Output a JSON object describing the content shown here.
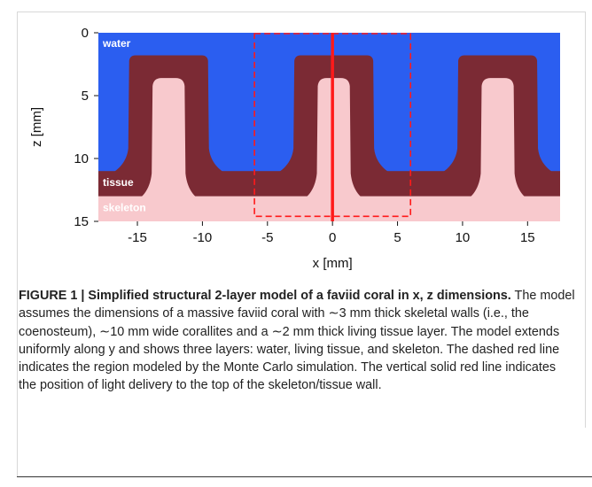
{
  "figure": {
    "x_label": "x [mm]",
    "z_label": "z [mm]",
    "layer_labels": {
      "water": "water",
      "tissue": "tissue",
      "skeleton": "skeleton"
    },
    "colors": {
      "water": "#2b5ef0",
      "tissue": "#7b2a34",
      "skeleton": "#f8c9cd",
      "red_line": "#ff1a1a"
    }
  },
  "chart_data": {
    "type": "heatmap",
    "x_ticks": [
      "-15",
      "-10",
      "-5",
      "0",
      "5",
      "10",
      "15"
    ],
    "z_ticks": [
      "0",
      "5",
      "10",
      "15"
    ],
    "xlim": [
      -18,
      17.5
    ],
    "zlim": [
      0,
      15
    ],
    "z_inverted": true,
    "layers": [
      "water",
      "tissue",
      "skeleton"
    ],
    "tissue_top_z": 1.8,
    "skeleton_top_z": 3.6,
    "base_tissue_top_z": 11.0,
    "base_skeleton_top_z": 13.0,
    "wall_centers_x": [
      -12.6,
      0.1,
      12.7
    ],
    "simulated_region": {
      "x": [
        -6.0,
        6.0
      ],
      "z": [
        0,
        14.6
      ]
    },
    "light_delivery_x": 0
  },
  "caption": {
    "title": "FIGURE 1 | Simplified structural 2-layer model of a faviid coral in x, z dimensions.",
    "body": " The model assumes the dimensions of a massive faviid coral with ∼3 mm thick skeletal walls (i.e., the coenosteum), ∼10 mm wide corallites and a ∼2 mm thick living tissue layer. The model extends uniformly along y and shows three layers: water, living tissue, and skeleton. The dashed red line indicates the region modeled by the Monte Carlo simulation. The vertical solid red line indicates the position of light delivery to the top of the skeleton/tissue wall."
  }
}
